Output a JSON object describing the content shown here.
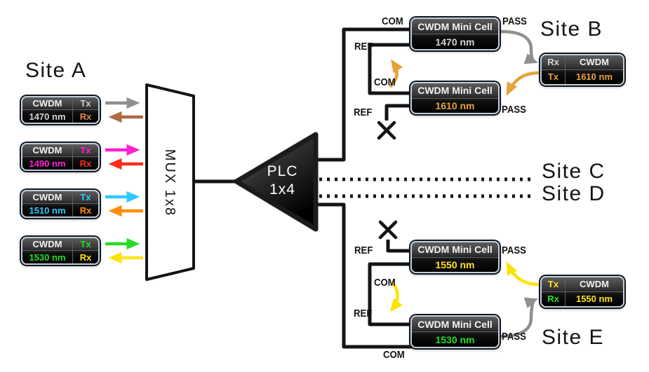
{
  "sites": {
    "a": {
      "title": "Site A"
    },
    "b": {
      "title": "Site B"
    },
    "c": {
      "title": "Site C"
    },
    "d": {
      "title": "Site D"
    },
    "e": {
      "title": "Site E"
    }
  },
  "mux": {
    "label": "MUX 1x8"
  },
  "plc": {
    "line1": "PLC",
    "line2": "1x4"
  },
  "port_labels": {
    "com": "COM",
    "ref": "REF",
    "pass": "PASS"
  },
  "site_a_modules": [
    {
      "brand": "CWDM",
      "tx": "Tx",
      "rx": "Rx",
      "wavelength": "1470 nm"
    },
    {
      "brand": "CWDM",
      "tx": "Tx",
      "rx": "Rx",
      "wavelength": "1490 nm"
    },
    {
      "brand": "CWDM",
      "tx": "Tx",
      "rx": "Rx",
      "wavelength": "1510 nm"
    },
    {
      "brand": "CWDM",
      "tx": "Tx",
      "rx": "Rx",
      "wavelength": "1530 nm"
    }
  ],
  "mini_cells": [
    {
      "title": "CWDM Mini Cell",
      "wavelength": "1470 nm"
    },
    {
      "title": "CWDM Mini Cell",
      "wavelength": "1610 nm"
    },
    {
      "title": "CWDM Mini Cell",
      "wavelength": "1550 nm"
    },
    {
      "title": "CWDM Mini Cell",
      "wavelength": "1530 nm"
    }
  ],
  "transceiver_b": {
    "rx": "Rx",
    "tx": "Tx",
    "brand": "CWDM",
    "wavelength": "1610 nm"
  },
  "transceiver_e": {
    "rx": "Rx",
    "tx": "Tx",
    "brand": "CWDM",
    "wavelength": "1550 nm"
  },
  "colors": {
    "tx_1470_arrow": "#8f8f8f",
    "rx_1470_arrow": "#b06a45",
    "tx_1490_arrow": "#ff1fd4",
    "rx_1490_arrow": "#ff2a1a",
    "tx_1510_arrow": "#2fc8ff",
    "rx_1510_arrow": "#ff8d00",
    "tx_1530_arrow": "#25dd25",
    "rx_1530_arrow": "#ffe41e",
    "site_b_loop_arrow": "#e6a23c",
    "site_e_loop_arrow": "#ffe300",
    "pass_drop_arrow": "#8f8f8f",
    "wavelength_1470": "#d5d5d5",
    "wavelength_1490": "#ff1fd4",
    "wavelength_1510": "#2fc8ff",
    "wavelength_1530": "#25dd25",
    "wavelength_1550": "#ffe41e",
    "wavelength_1610": "#e6a23c",
    "fiber_line": "#141414"
  }
}
